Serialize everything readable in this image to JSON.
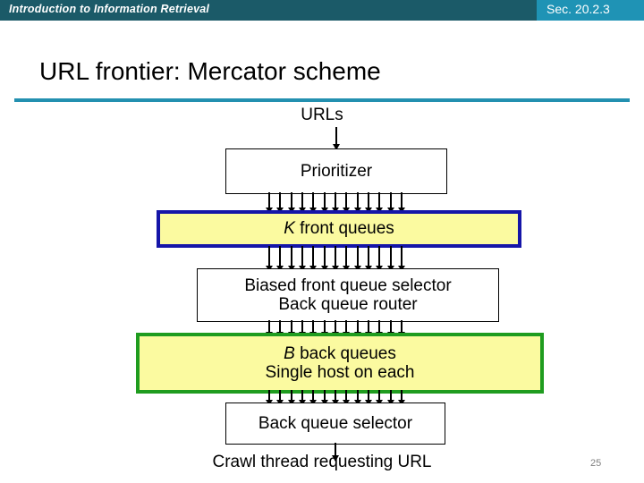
{
  "header": {
    "course_title": "Introduction to Information Retrieval",
    "section_badge": "Sec. 20.2.3",
    "bar_color": "#1b5a68",
    "badge_color": "#1f93b5"
  },
  "slide": {
    "title": "URL frontier: Mercator scheme",
    "rule_color": "#2390b0",
    "page_number": "25"
  },
  "diagram": {
    "urls_label": "URLs",
    "prioritizer": "Prioritizer",
    "front_queues": {
      "symbol": "K",
      "text": " front queues",
      "border_color": "#1515a8",
      "fill_color": "#fbfaa0"
    },
    "selector_router": {
      "line1": "Biased front queue selector",
      "line2": "Back queue router"
    },
    "back_queues": {
      "symbol": "B",
      "text": " back queues",
      "line2": "Single host on each",
      "border_color": "#1f9c1f",
      "fill_color": "#fbfaa0"
    },
    "back_queue_selector": "Back queue selector",
    "crawl_thread": "Crawl thread requesting URL",
    "arrow_count": 13
  }
}
